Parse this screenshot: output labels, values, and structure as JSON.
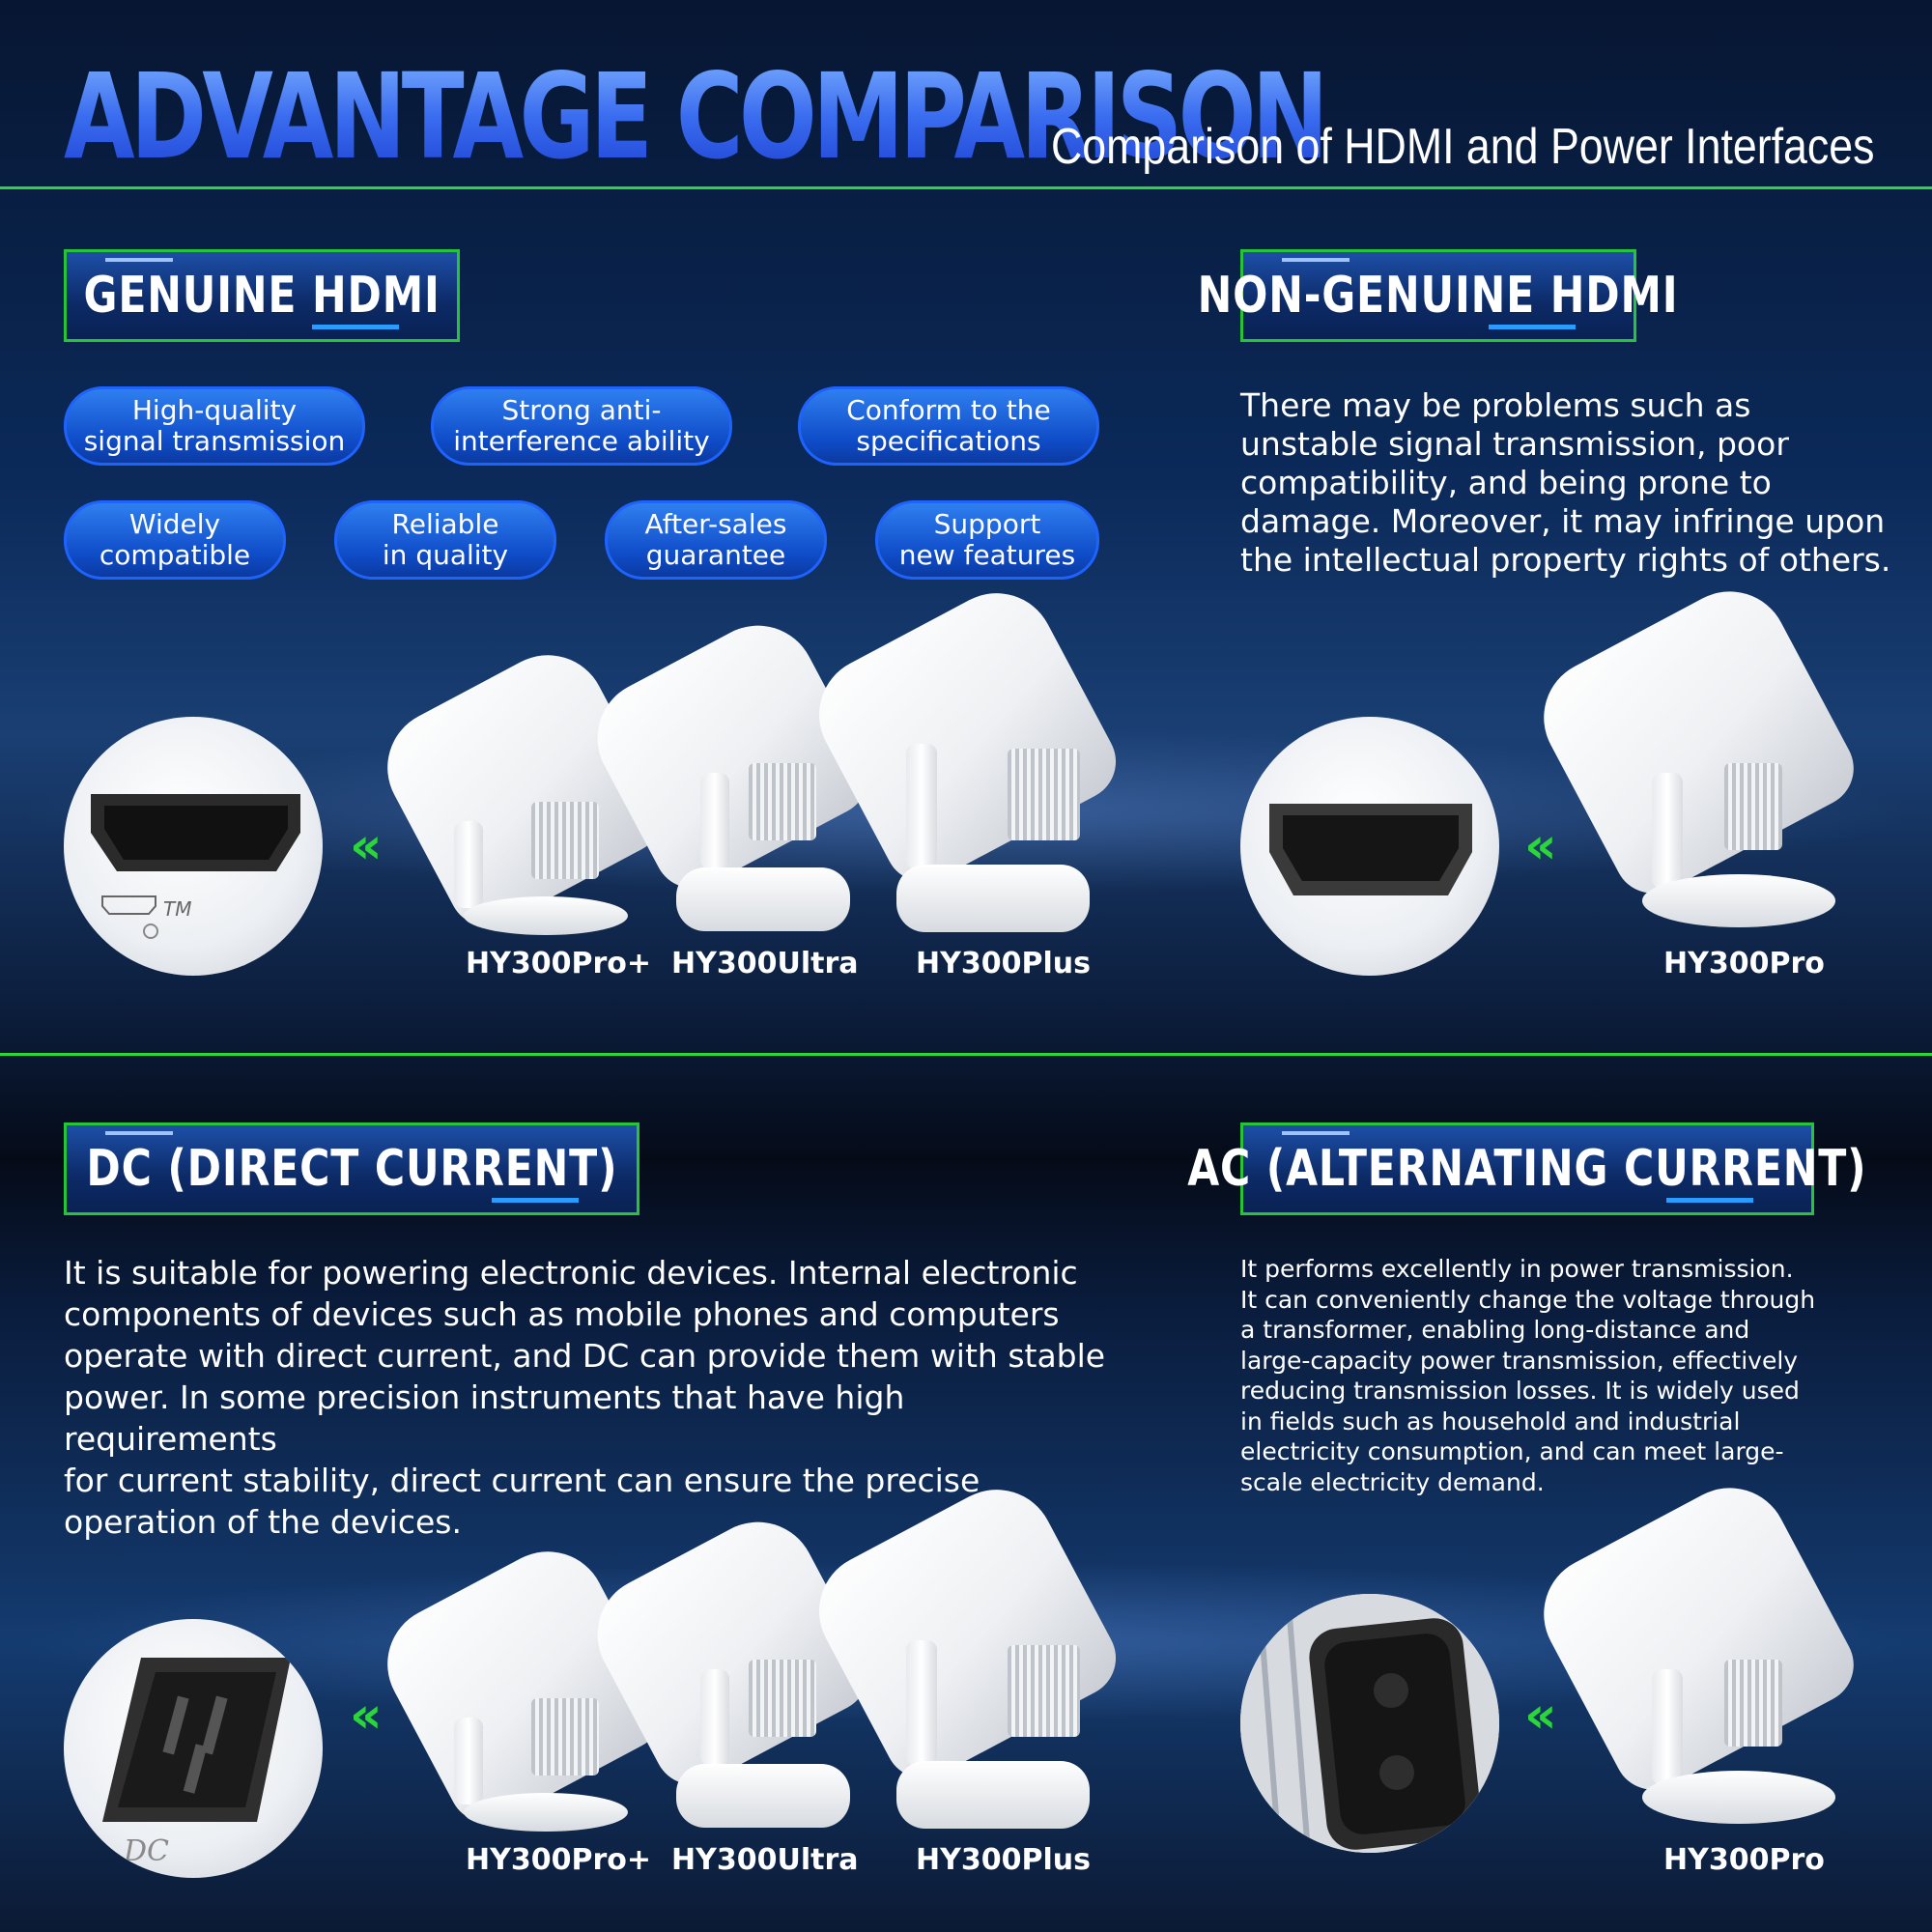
{
  "header": {
    "title": "ADVANTAGE COMPARISON",
    "subtitle": "Comparison of HDMI and Power Interfaces"
  },
  "genuine_hdmi": {
    "badge": "GENUINE HDMI",
    "pills": [
      "High-quality\nsignal transmission",
      "Strong anti-\ninterference ability",
      "Conform to the\nspecifications",
      "Widely\ncompatible",
      "Reliable\nin quality",
      "After-sales\nguarantee",
      "Support\nnew features"
    ],
    "port_mark": "TM",
    "models": [
      "HY300Pro+",
      "HY300Ultra",
      "HY300Plus"
    ]
  },
  "non_genuine_hdmi": {
    "badge": "NON-GENUINE HDMI",
    "text": "There may be problems such as\nunstable signal transmission, poor\ncompatibility, and being prone to\ndamage. Moreover, it may infringe upon\nthe intellectual property rights of others.",
    "models": [
      "HY300Pro"
    ]
  },
  "dc": {
    "badge": "DC (DIRECT CURRENT)",
    "text": "It is suitable for powering electronic devices. Internal electronic\ncomponents of devices such as mobile phones and computers\noperate with direct current, and DC can provide them with stable\npower. In some precision instruments that have high requirements\nfor current stability, direct current can ensure the precise\noperation of the devices.",
    "port_mark": "DC",
    "models": [
      "HY300Pro+",
      "HY300Ultra",
      "HY300Plus"
    ]
  },
  "ac": {
    "badge": "AC (ALTERNATING CURRENT)",
    "text": "It performs excellently in power transmission.\nIt can conveniently change the voltage through\na transformer, enabling long-distance and\nlarge-capacity power transmission, effectively\nreducing transmission losses. It is widely used\nin fields such as household and industrial\nelectricity consumption, and can meet large-\nscale electricity demand.",
    "models": [
      "HY300Pro"
    ]
  },
  "colors": {
    "accent_green": "#2bd63a",
    "pill_blue": "#1f63ff",
    "title_blue": "#3a6cf0"
  },
  "icons": [
    "hdmi-port-icon",
    "dc-port-icon",
    "ac-port-icon",
    "double-chevron-left-icon"
  ]
}
